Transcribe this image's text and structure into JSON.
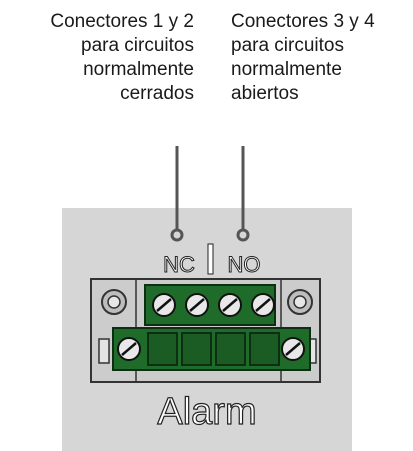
{
  "callouts": {
    "left": [
      "Conectores 1 y 2",
      "para circuitos",
      "normalmente",
      "cerrados"
    ],
    "right": [
      "Conectores 3 y 4",
      "para circuitos",
      "normalmente",
      "abiertos"
    ]
  },
  "panel": {
    "nc_label": "NC",
    "no_label": "NO",
    "alarm_label": "Alarm"
  },
  "colors": {
    "panel": "#d6d6d6",
    "connector_green": "#1f6b2a",
    "screw": "#e4e4e4",
    "leader_line": "#555555"
  }
}
